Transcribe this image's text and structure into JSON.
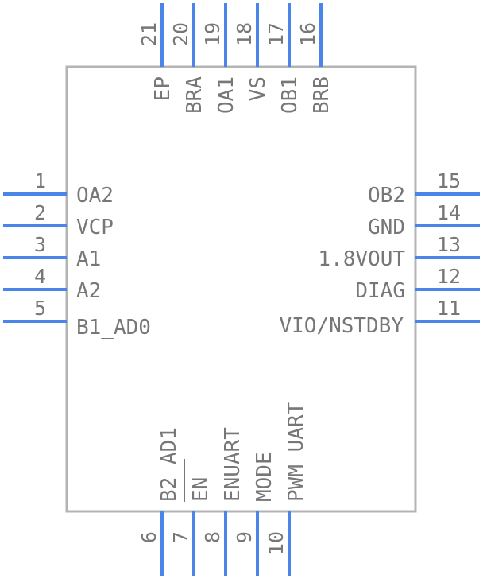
{
  "component": {
    "left_pins": [
      {
        "number": "1",
        "name": "OA2"
      },
      {
        "number": "2",
        "name": "VCP"
      },
      {
        "number": "3",
        "name": "A1"
      },
      {
        "number": "4",
        "name": "A2"
      },
      {
        "number": "5",
        "name": "B1_AD0"
      }
    ],
    "right_pins": [
      {
        "number": "15",
        "name": "OB2"
      },
      {
        "number": "14",
        "name": "GND"
      },
      {
        "number": "13",
        "name": "1.8VOUT"
      },
      {
        "number": "12",
        "name": "DIAG"
      },
      {
        "number": "11",
        "name": "VIO/NSTDBY"
      }
    ],
    "top_pins": [
      {
        "number": "21",
        "name": "EP"
      },
      {
        "number": "20",
        "name": "BRA"
      },
      {
        "number": "19",
        "name": "OA1"
      },
      {
        "number": "18",
        "name": "VS"
      },
      {
        "number": "17",
        "name": "OB1"
      },
      {
        "number": "16",
        "name": "BRB"
      }
    ],
    "bottom_pins": [
      {
        "number": "6",
        "name": "B2_AD1"
      },
      {
        "number": "7",
        "name": "EN"
      },
      {
        "number": "8",
        "name": "ENUART"
      },
      {
        "number": "9",
        "name": "MODE"
      },
      {
        "number": "10",
        "name": "PWM_UART"
      }
    ]
  },
  "colors": {
    "pin": "#4a86e8",
    "outline": "#b4b4b4",
    "text": "#777777"
  }
}
